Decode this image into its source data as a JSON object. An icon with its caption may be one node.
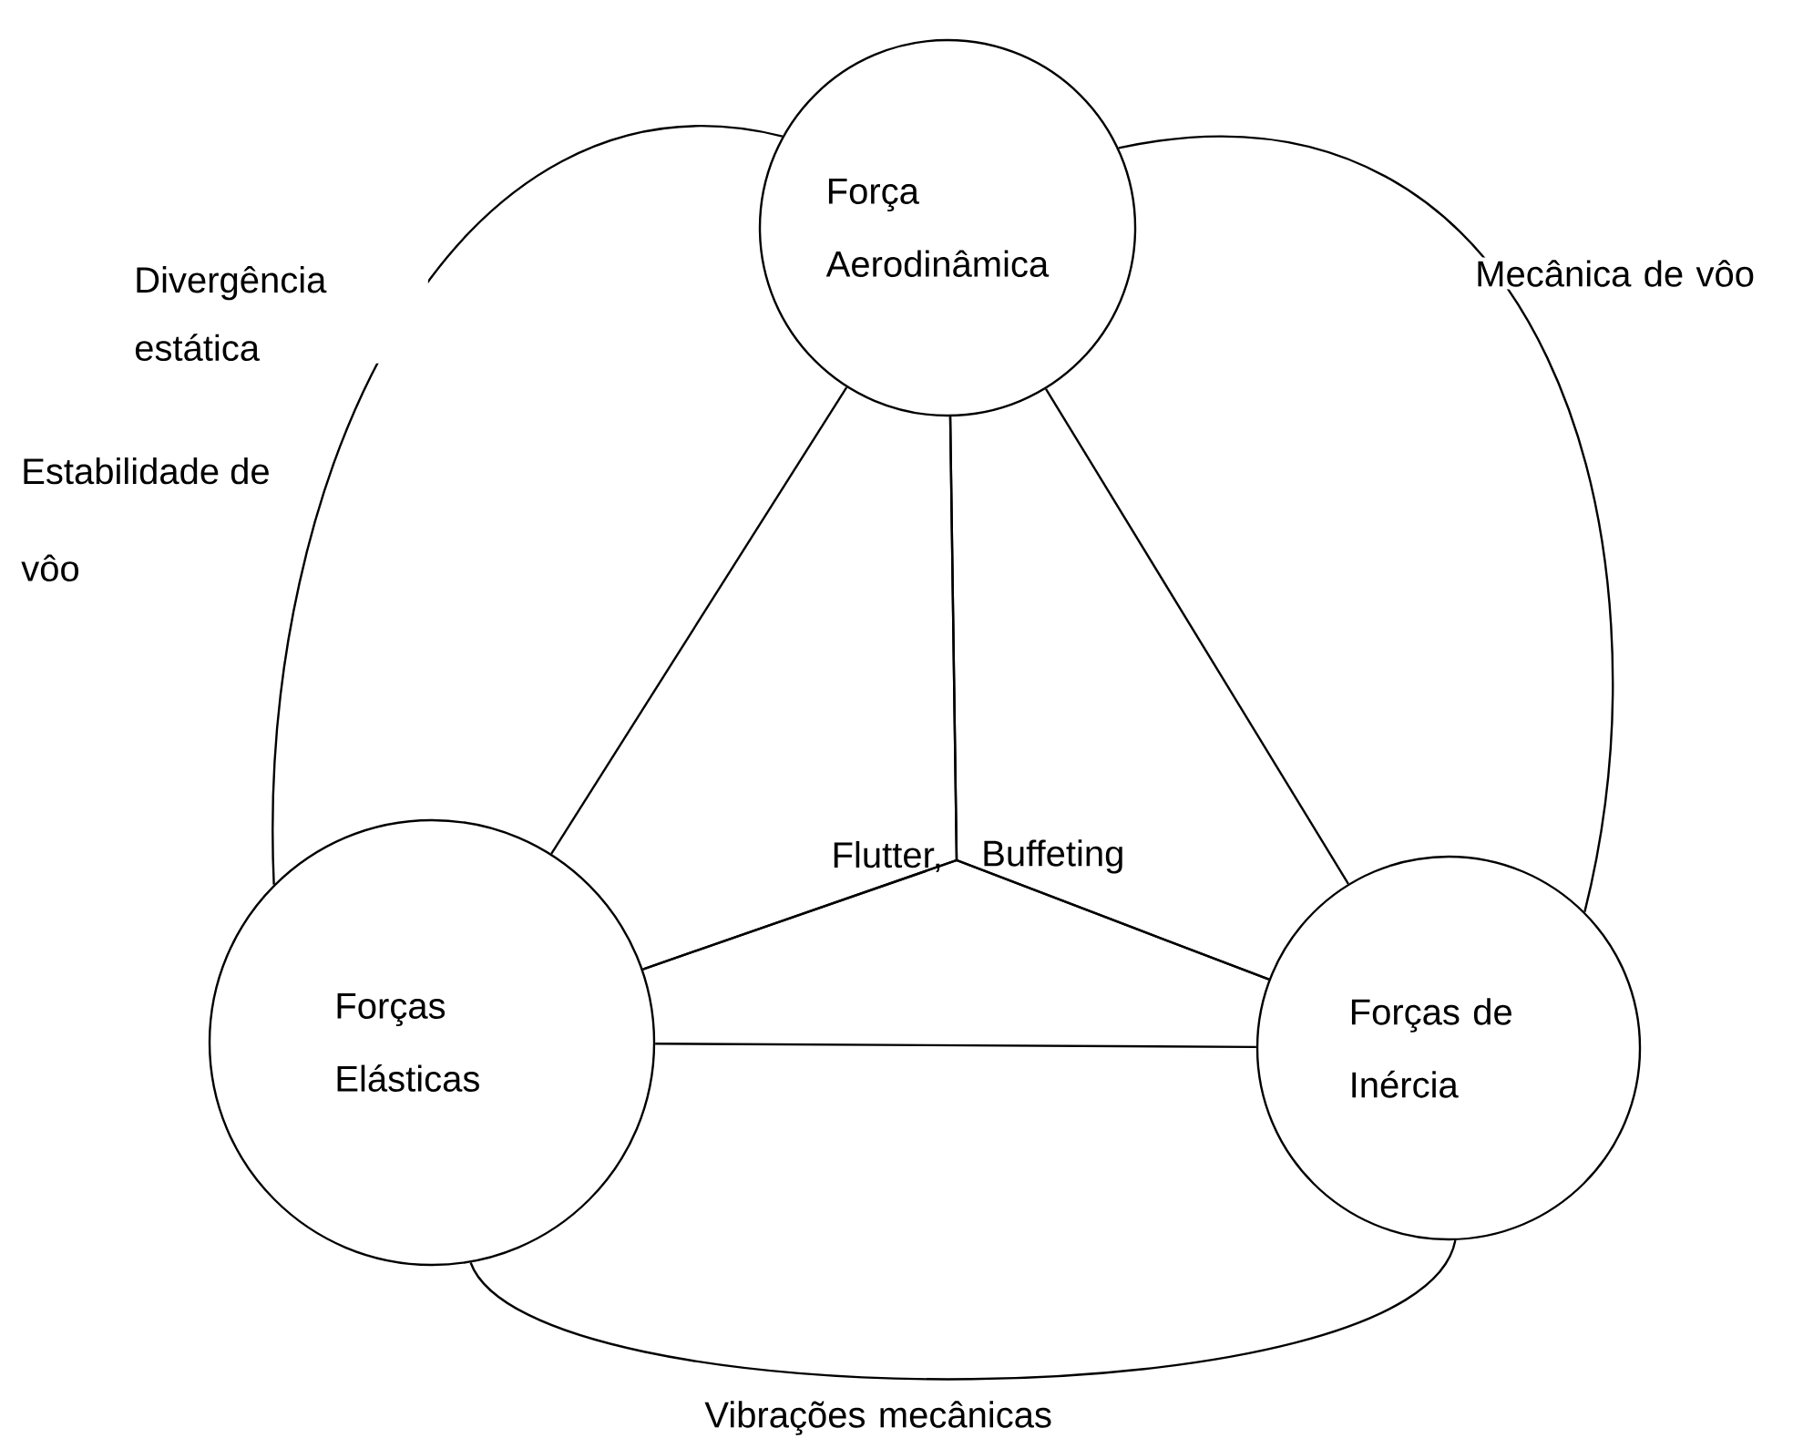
{
  "diagram": {
    "nodes": [
      {
        "text": [
          "Força Aerodinâmica"
        ]
      },
      {
        "text": [
          "Forças Elásticas"
        ]
      },
      {
        "text": [
          "Forças de Inércia"
        ]
      }
    ],
    "edges": [
      {
        "from": 0,
        "to": 1,
        "arrow": "none",
        "label": "Divergência estática"
      },
      {
        "from": 0,
        "to": 2,
        "arrow": "none",
        "label": "Mecânica de vôo"
      },
      {
        "from": 0,
        "to": 1,
        "arrow": "none"
      },
      {
        "from": 0,
        "to": 2,
        "arrow": "none"
      },
      {
        "from": 1,
        "to": 2,
        "arrow": "none"
      },
      {
        "from": 1,
        "to": 2,
        "arrow": "none",
        "label": "Vibrações mecânicas"
      },
      {
        "from": 0,
        "to": 1,
        "arrow": "none"
      },
      {
        "from": 0,
        "to": 2,
        "arrow": "none"
      },
      {
        "from": 1,
        "to": 2,
        "arrow": "none"
      }
    ],
    "labels": [
      "Estabilidade de vôo",
      "Flutter,",
      "Buffeting"
    ]
  }
}
